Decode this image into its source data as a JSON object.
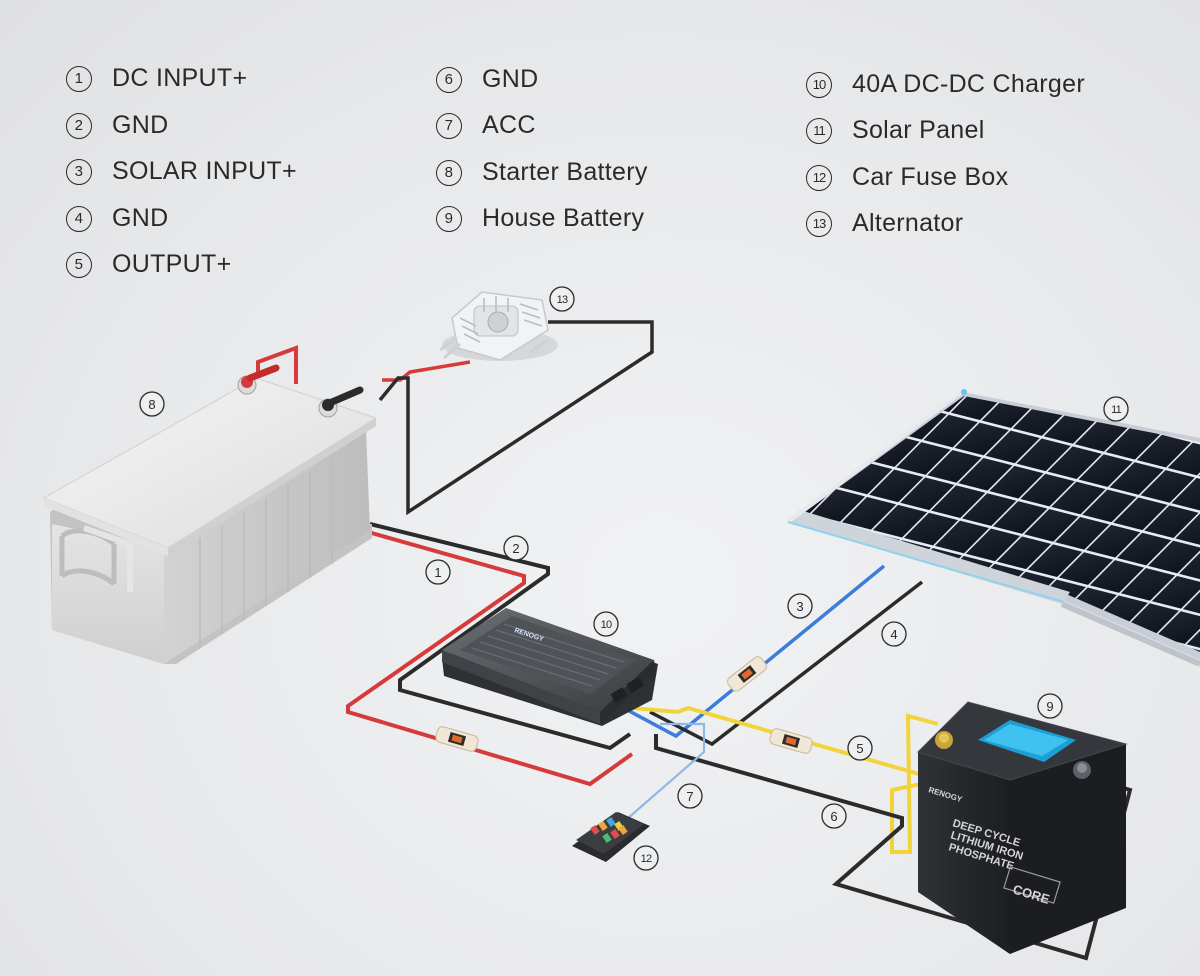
{
  "legend": [
    {
      "num": "1",
      "label": "DC INPUT+"
    },
    {
      "num": "2",
      "label": "GND"
    },
    {
      "num": "3",
      "label": "SOLAR INPUT+"
    },
    {
      "num": "4",
      "label": "GND"
    },
    {
      "num": "5",
      "label": "OUTPUT+"
    },
    {
      "num": "6",
      "label": "GND"
    },
    {
      "num": "7",
      "label": "ACC"
    },
    {
      "num": "8",
      "label": "Starter Battery"
    },
    {
      "num": "9",
      "label": "House Battery"
    },
    {
      "num": "10",
      "label": "40A DC-DC Charger"
    },
    {
      "num": "11",
      "label": "Solar Panel"
    },
    {
      "num": "12",
      "label": "Car Fuse Box"
    },
    {
      "num": "13",
      "label": "Alternator"
    }
  ],
  "callouts": {
    "c1": "1",
    "c2": "2",
    "c3": "3",
    "c4": "4",
    "c5": "5",
    "c6": "6",
    "c7": "7",
    "c8": "8",
    "c9": "9",
    "c10": "10",
    "c11": "11",
    "c12": "12",
    "c13": "13"
  },
  "device_labels": {
    "charger_brand": "RENOGY",
    "battery_brand": "RENOGY",
    "battery_line1": "DEEP CYCLE",
    "battery_line2": "LITHIUM IRON",
    "battery_line3": "PHOSPHATE",
    "battery_series": "CORE"
  },
  "wire_colors": {
    "positive": "#d63a3a",
    "ground": "#2b2b2b",
    "solar_positive": "#3d7bdc",
    "output_positive": "#f0d43a",
    "acc": "#8fb8e6"
  }
}
